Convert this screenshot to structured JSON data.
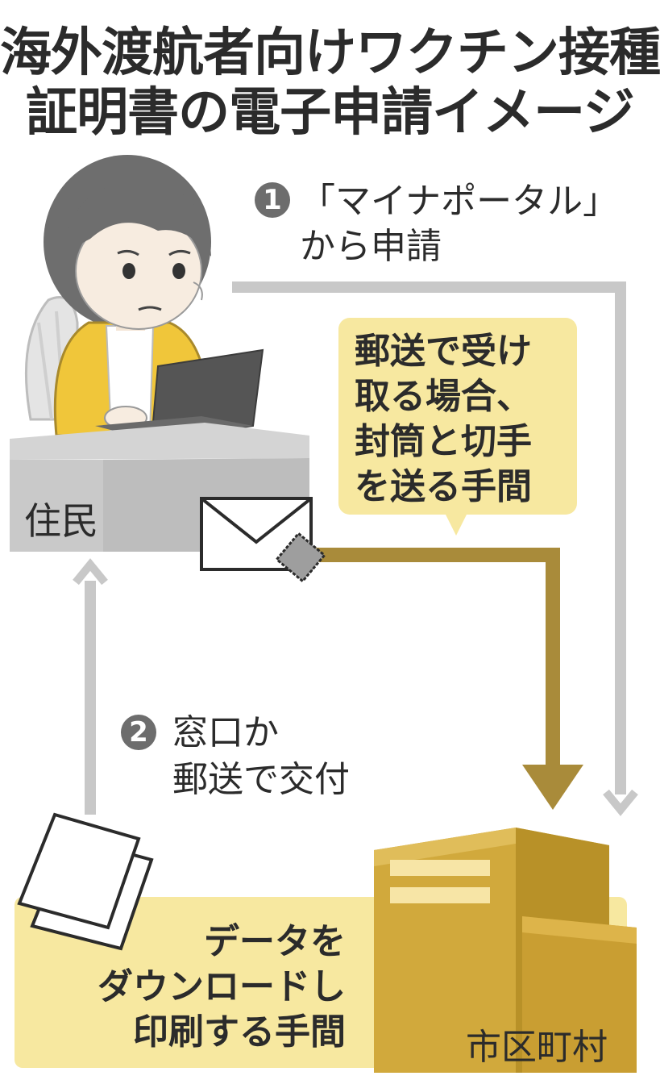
{
  "title": {
    "line1": "海外渡航者向けワクチン接種",
    "line2": "証明書の電子申請イメージ"
  },
  "steps": [
    {
      "number": "1",
      "line1": "「マイナポータル」",
      "line2": "から申請"
    },
    {
      "number": "2",
      "line1": "窓口か",
      "line2": "郵送で交付"
    }
  ],
  "actors": {
    "resident": "住民",
    "municipality": "市区町村"
  },
  "notes": {
    "mail": [
      "郵送で受け",
      "取る場合、",
      "封筒と切手",
      "を送る手間"
    ],
    "download": [
      "データを",
      "ダウンロードし",
      "印刷する手間"
    ]
  },
  "colors": {
    "accent_gold": "#a98b3a",
    "note_yellow": "#f7e8a0",
    "arrow_gray": "#c8c8c8",
    "building": "#d1a93c",
    "cardigan": "#f0c63a"
  }
}
